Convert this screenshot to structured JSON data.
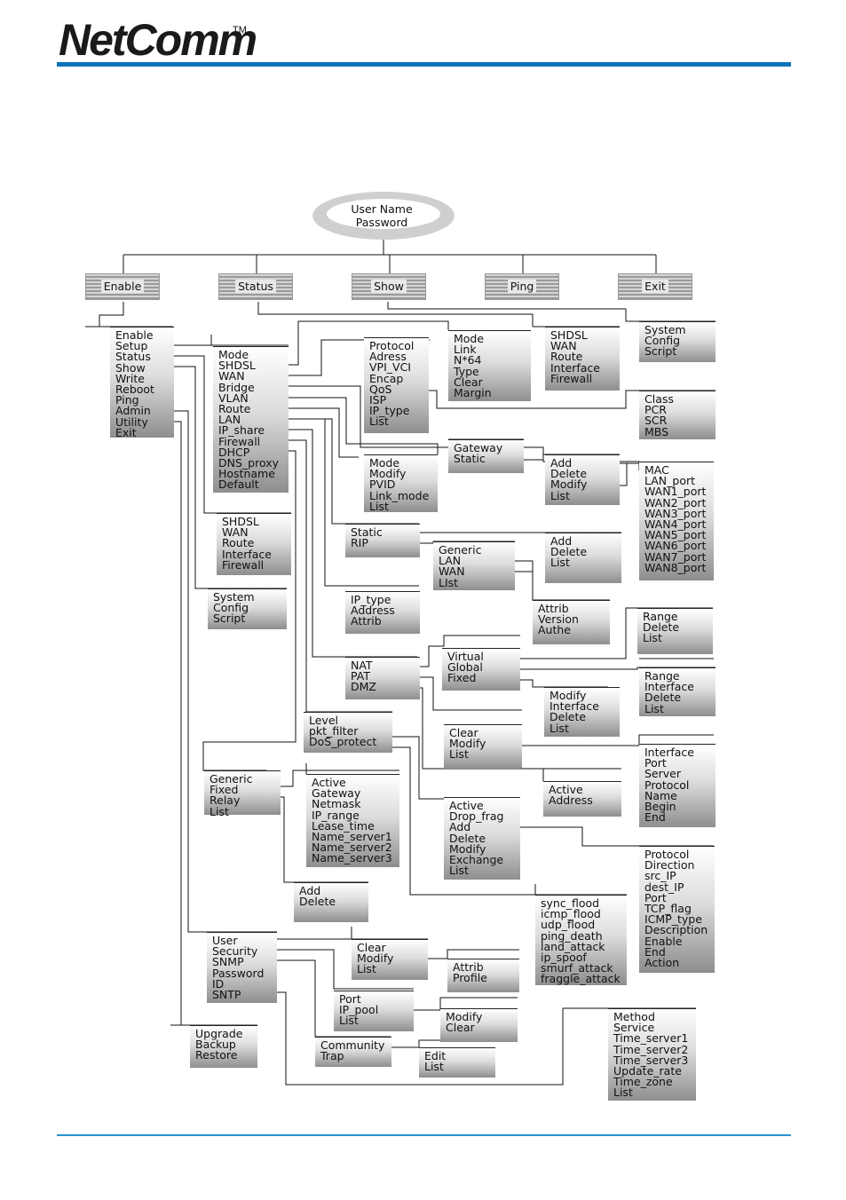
{
  "brand": {
    "logo": "NetComm",
    "tm": "TM"
  },
  "login": [
    "User Name",
    "Password"
  ],
  "top_menu": [
    "Enable",
    "Status",
    "Show",
    "Ping",
    "Exit"
  ],
  "boxes": [
    {
      "id": "enable-menu",
      "items": [
        "Enable",
        "Setup",
        "Status",
        "Show",
        "Write",
        "Reboot",
        "Ping",
        "Admin",
        "Utility",
        "Exit"
      ]
    },
    {
      "id": "setup-menu",
      "items": [
        "Mode",
        "SHDSL",
        "WAN",
        "Bridge",
        "VLAN",
        "Route",
        "LAN",
        "IP_share",
        "Firewall",
        "DHCP",
        "DNS_proxy",
        "Hostname",
        "Default"
      ]
    },
    {
      "id": "shdsl-setup",
      "items": [
        "Mode",
        "Link",
        "N*64",
        "Type",
        "Clear",
        "Margin"
      ]
    },
    {
      "id": "wan-setup",
      "items": [
        "Protocol",
        "Adress",
        "VPI_VCI",
        "Encap",
        "QoS",
        "ISP",
        "IP_type",
        "List"
      ]
    },
    {
      "id": "status-menu",
      "items": [
        "SHDSL",
        "WAN",
        "Route",
        "Interface",
        "Firewall"
      ]
    },
    {
      "id": "show-menu",
      "items": [
        "System",
        "Config",
        "Script"
      ]
    },
    {
      "id": "qos-menu",
      "items": [
        "Class",
        "PCR",
        "SCR",
        "MBS"
      ]
    },
    {
      "id": "route-menu",
      "items": [
        "Gateway",
        "Static"
      ]
    },
    {
      "id": "static-menu",
      "items": [
        "Add",
        "Delete",
        "Modify",
        "List"
      ]
    },
    {
      "id": "port-menu",
      "items": [
        "MAC",
        "LAN_port",
        "WAN1_port",
        "WAN2_port",
        "WAN3_port",
        "WAN4_port",
        "WAN5_port",
        "WAN6_port",
        "WAN7_port",
        "WAN8_port"
      ]
    },
    {
      "id": "vlan-menu",
      "items": [
        "Mode",
        "Modify",
        "PVID",
        "Link_mode",
        "List"
      ]
    },
    {
      "id": "status-sub",
      "items": [
        "SHDSL",
        "WAN",
        "Route",
        "Interface",
        "Firewall"
      ]
    },
    {
      "id": "lan-route",
      "items": [
        "Static",
        "RIP"
      ]
    },
    {
      "id": "rip-add",
      "items": [
        "Add",
        "Delete",
        "List"
      ]
    },
    {
      "id": "rip-menu",
      "items": [
        "Generic",
        "LAN",
        "WAN",
        "LIst"
      ]
    },
    {
      "id": "show-sub",
      "items": [
        "System",
        "Config",
        "Script"
      ]
    },
    {
      "id": "rip-attrib",
      "items": [
        "Attrib",
        "Version",
        "Authe"
      ]
    },
    {
      "id": "lan-menu",
      "items": [
        "IP_type",
        "Address",
        "Attrib"
      ]
    },
    {
      "id": "range-menu",
      "items": [
        "Range",
        "Delete",
        "List"
      ]
    },
    {
      "id": "ipshare-menu",
      "items": [
        "NAT",
        "PAT",
        "DMZ"
      ]
    },
    {
      "id": "nat-menu",
      "items": [
        "Virtual",
        "Global",
        "Fixed"
      ]
    },
    {
      "id": "global-menu",
      "items": [
        "Range",
        "Interface",
        "Delete",
        "List"
      ]
    },
    {
      "id": "fixed-menu",
      "items": [
        "Modify",
        "Interface",
        "Delete",
        "List"
      ]
    },
    {
      "id": "firewall-menu",
      "items": [
        "Level",
        "pkt_filter",
        "DoS_protect"
      ]
    },
    {
      "id": "pat-menu",
      "items": [
        "Clear",
        "Modify",
        "List"
      ]
    },
    {
      "id": "pat-fields",
      "items": [
        "Interface",
        "Port",
        "Server",
        "Protocol",
        "Name",
        "Begin",
        "End"
      ]
    },
    {
      "id": "dhcp-menu",
      "items": [
        "Generic",
        "Fixed",
        "Relay",
        "List"
      ]
    },
    {
      "id": "dhcp-generic",
      "items": [
        "Active",
        "Gateway",
        "Netmask",
        "IP_range",
        "Lease_time",
        "Name_server1",
        "Name_server2",
        "Name_server3"
      ]
    },
    {
      "id": "dmz-menu",
      "items": [
        "Active",
        "Address"
      ]
    },
    {
      "id": "pkt-menu",
      "items": [
        "Active",
        "Drop_frag",
        "Add",
        "Delete",
        "Modify",
        "Exchange",
        "List"
      ]
    },
    {
      "id": "filter-fields",
      "items": [
        "Protocol",
        "Direction",
        "src_IP",
        "dest_IP",
        "Port",
        "TCP_flag",
        "ICMP_type",
        "Description",
        "Enable",
        "End",
        "Action"
      ]
    },
    {
      "id": "relay-menu",
      "items": [
        "Add",
        "Delete"
      ]
    },
    {
      "id": "dos-menu",
      "items": [
        "sync_flood",
        "icmp_flood",
        "udp_flood",
        "ping_death",
        "land_attack",
        "ip_spoof",
        "smurf_attack",
        "fraggle_attack"
      ]
    },
    {
      "id": "admin-menu",
      "items": [
        "User",
        "Security",
        "SNMP",
        "Password",
        "ID",
        "SNTP"
      ]
    },
    {
      "id": "user-menu",
      "items": [
        "Clear",
        "Modify",
        "List"
      ]
    },
    {
      "id": "user-attrib",
      "items": [
        "Attrib",
        "Profile"
      ]
    },
    {
      "id": "security-menu",
      "items": [
        "Port",
        "IP_pool",
        "List"
      ]
    },
    {
      "id": "pool-menu",
      "items": [
        "Modify",
        "Clear"
      ]
    },
    {
      "id": "sntp-menu",
      "items": [
        "Method",
        "Service",
        "Time_server1",
        "Time_server2",
        "Time_server3",
        "Update_rate",
        "Time_zone",
        "List"
      ]
    },
    {
      "id": "utility-menu",
      "items": [
        "Upgrade",
        "Backup",
        "Restore"
      ]
    },
    {
      "id": "snmp-menu",
      "items": [
        "Community",
        "Trap"
      ]
    },
    {
      "id": "community-menu",
      "items": [
        "Edit",
        "List"
      ]
    }
  ]
}
